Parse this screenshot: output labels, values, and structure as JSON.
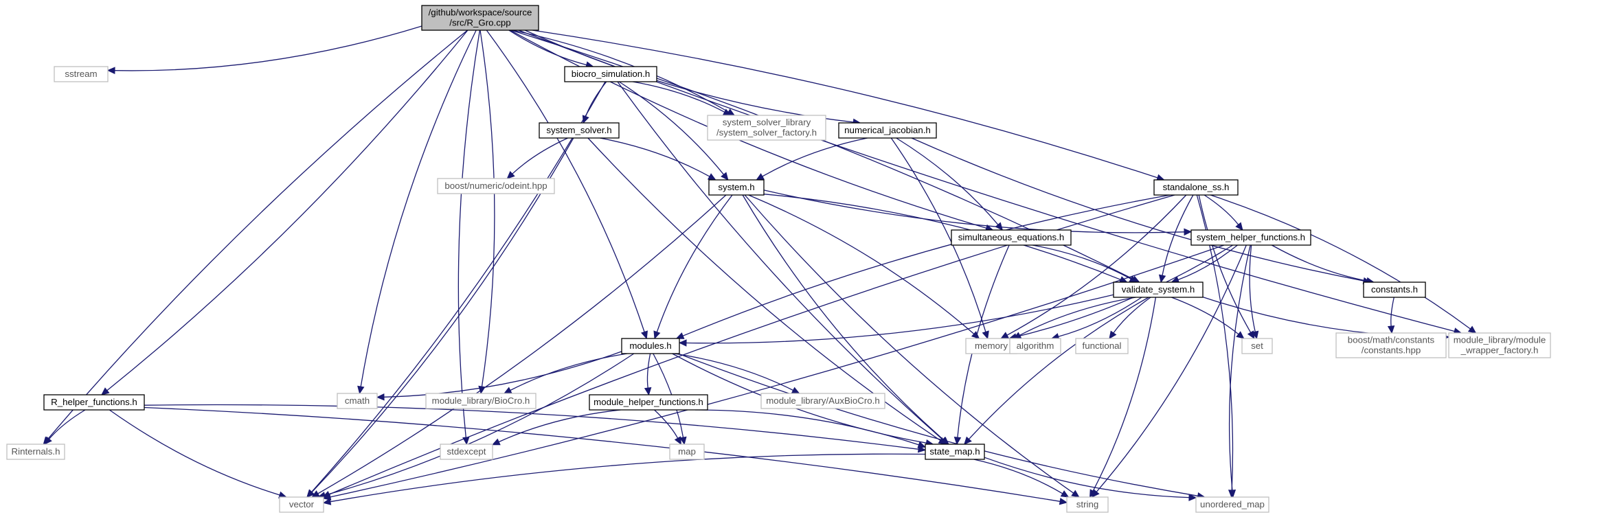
{
  "graph": {
    "nodes": [
      {
        "id": "root",
        "kind": "root",
        "lines": [
          "/github/workspace/source",
          "/src/R_Gro.cpp"
        ]
      },
      {
        "id": "sstream",
        "kind": "external",
        "lines": [
          "sstream"
        ]
      },
      {
        "id": "biocro_simulation",
        "kind": "local",
        "lines": [
          "biocro_simulation.h"
        ]
      },
      {
        "id": "system_solver_factory",
        "kind": "external",
        "lines": [
          "system_solver_library",
          "/system_solver_factory.h"
        ]
      },
      {
        "id": "numerical_jacobian",
        "kind": "local",
        "lines": [
          "numerical_jacobian.h"
        ]
      },
      {
        "id": "system_solver",
        "kind": "local",
        "lines": [
          "system_solver.h"
        ]
      },
      {
        "id": "odeint",
        "kind": "external",
        "lines": [
          "boost/numeric/odeint.hpp"
        ]
      },
      {
        "id": "system",
        "kind": "local",
        "lines": [
          "system.h"
        ]
      },
      {
        "id": "standalone_ss",
        "kind": "local",
        "lines": [
          "standalone_ss.h"
        ]
      },
      {
        "id": "simultaneous_equations",
        "kind": "local",
        "lines": [
          "simultaneous_equations.h"
        ]
      },
      {
        "id": "system_helper_functions",
        "kind": "local",
        "lines": [
          "system_helper_functions.h"
        ]
      },
      {
        "id": "validate_system",
        "kind": "local",
        "lines": [
          "validate_system.h"
        ]
      },
      {
        "id": "constants_h",
        "kind": "local",
        "lines": [
          "constants.h"
        ]
      },
      {
        "id": "memory",
        "kind": "external",
        "lines": [
          "memory"
        ]
      },
      {
        "id": "algorithm",
        "kind": "external",
        "lines": [
          "algorithm"
        ]
      },
      {
        "id": "functional",
        "kind": "external",
        "lines": [
          "functional"
        ]
      },
      {
        "id": "set",
        "kind": "external",
        "lines": [
          "set"
        ]
      },
      {
        "id": "boost_constants",
        "kind": "external",
        "lines": [
          "boost/math/constants",
          "/constants.hpp"
        ]
      },
      {
        "id": "module_wrapper_factory",
        "kind": "external",
        "lines": [
          "module_library/module",
          "_wrapper_factory.h"
        ]
      },
      {
        "id": "modules",
        "kind": "local",
        "lines": [
          "modules.h"
        ]
      },
      {
        "id": "cmath",
        "kind": "external",
        "lines": [
          "cmath"
        ]
      },
      {
        "id": "biocro_lib",
        "kind": "external",
        "lines": [
          "module_library/BioCro.h"
        ]
      },
      {
        "id": "auxbiocro",
        "kind": "external",
        "lines": [
          "module_library/AuxBioCro.h"
        ]
      },
      {
        "id": "module_helper_functions",
        "kind": "local",
        "lines": [
          "module_helper_functions.h"
        ]
      },
      {
        "id": "R_helper_functions",
        "kind": "local",
        "lines": [
          "R_helper_functions.h"
        ]
      },
      {
        "id": "Rinternals",
        "kind": "external",
        "lines": [
          "Rinternals.h"
        ]
      },
      {
        "id": "stdexcept",
        "kind": "external",
        "lines": [
          "stdexcept"
        ]
      },
      {
        "id": "map",
        "kind": "external",
        "lines": [
          "map"
        ]
      },
      {
        "id": "state_map",
        "kind": "local",
        "lines": [
          "state_map.h"
        ]
      },
      {
        "id": "vector",
        "kind": "external",
        "lines": [
          "vector"
        ]
      },
      {
        "id": "string",
        "kind": "external",
        "lines": [
          "string"
        ]
      },
      {
        "id": "unordered_map",
        "kind": "external",
        "lines": [
          "unordered_map"
        ]
      }
    ],
    "edges": [
      [
        "root",
        "sstream"
      ],
      [
        "root",
        "biocro_simulation"
      ],
      [
        "root",
        "system_solver_factory"
      ],
      [
        "root",
        "numerical_jacobian"
      ],
      [
        "root",
        "standalone_ss"
      ],
      [
        "root",
        "simultaneous_equations"
      ],
      [
        "root",
        "validate_system"
      ],
      [
        "root",
        "module_wrapper_factory"
      ],
      [
        "root",
        "modules"
      ],
      [
        "root",
        "cmath"
      ],
      [
        "root",
        "biocro_lib"
      ],
      [
        "root",
        "stdexcept"
      ],
      [
        "root",
        "R_helper_functions"
      ],
      [
        "root",
        "Rinternals"
      ],
      [
        "biocro_simulation",
        "system_solver_factory"
      ],
      [
        "biocro_simulation",
        "system_solver"
      ],
      [
        "biocro_simulation",
        "system"
      ],
      [
        "biocro_simulation",
        "state_map"
      ],
      [
        "biocro_simulation",
        "vector"
      ],
      [
        "system_solver",
        "odeint"
      ],
      [
        "system_solver",
        "system"
      ],
      [
        "system_solver",
        "state_map"
      ],
      [
        "system_solver",
        "vector"
      ],
      [
        "numerical_jacobian",
        "system"
      ],
      [
        "numerical_jacobian",
        "simultaneous_equations"
      ],
      [
        "numerical_jacobian",
        "constants_h"
      ],
      [
        "numerical_jacobian",
        "memory"
      ],
      [
        "system",
        "system_helper_functions"
      ],
      [
        "system",
        "validate_system"
      ],
      [
        "system",
        "modules"
      ],
      [
        "system",
        "memory"
      ],
      [
        "system",
        "state_map"
      ],
      [
        "system",
        "vector"
      ],
      [
        "system",
        "string"
      ],
      [
        "standalone_ss",
        "system_helper_functions"
      ],
      [
        "standalone_ss",
        "validate_system"
      ],
      [
        "standalone_ss",
        "module_wrapper_factory"
      ],
      [
        "standalone_ss",
        "modules"
      ],
      [
        "standalone_ss",
        "memory"
      ],
      [
        "standalone_ss",
        "set"
      ],
      [
        "standalone_ss",
        "unordered_map"
      ],
      [
        "standalone_ss",
        "vector"
      ],
      [
        "simultaneous_equations",
        "validate_system"
      ],
      [
        "simultaneous_equations",
        "state_map"
      ],
      [
        "system_helper_functions",
        "validate_system"
      ],
      [
        "system_helper_functions",
        "constants_h"
      ],
      [
        "system_helper_functions",
        "memory"
      ],
      [
        "system_helper_functions",
        "set"
      ],
      [
        "system_helper_functions",
        "string"
      ],
      [
        "system_helper_functions",
        "unordered_map"
      ],
      [
        "system_helper_functions",
        "vector"
      ],
      [
        "validate_system",
        "memory"
      ],
      [
        "validate_system",
        "algorithm"
      ],
      [
        "validate_system",
        "functional"
      ],
      [
        "validate_system",
        "set"
      ],
      [
        "validate_system",
        "module_wrapper_factory"
      ],
      [
        "validate_system",
        "modules"
      ],
      [
        "validate_system",
        "state_map"
      ],
      [
        "validate_system",
        "string"
      ],
      [
        "constants_h",
        "boost_constants"
      ],
      [
        "modules",
        "cmath"
      ],
      [
        "modules",
        "biocro_lib"
      ],
      [
        "modules",
        "auxbiocro"
      ],
      [
        "modules",
        "module_helper_functions"
      ],
      [
        "modules",
        "map"
      ],
      [
        "modules",
        "state_map"
      ],
      [
        "modules",
        "vector"
      ],
      [
        "modules",
        "unordered_map"
      ],
      [
        "module_helper_functions",
        "map"
      ],
      [
        "module_helper_functions",
        "stdexcept"
      ],
      [
        "module_helper_functions",
        "state_map"
      ],
      [
        "R_helper_functions",
        "Rinternals"
      ],
      [
        "R_helper_functions",
        "state_map"
      ],
      [
        "R_helper_functions",
        "vector"
      ],
      [
        "R_helper_functions",
        "string"
      ],
      [
        "state_map",
        "vector"
      ],
      [
        "state_map",
        "string"
      ],
      [
        "state_map",
        "unordered_map"
      ]
    ]
  }
}
